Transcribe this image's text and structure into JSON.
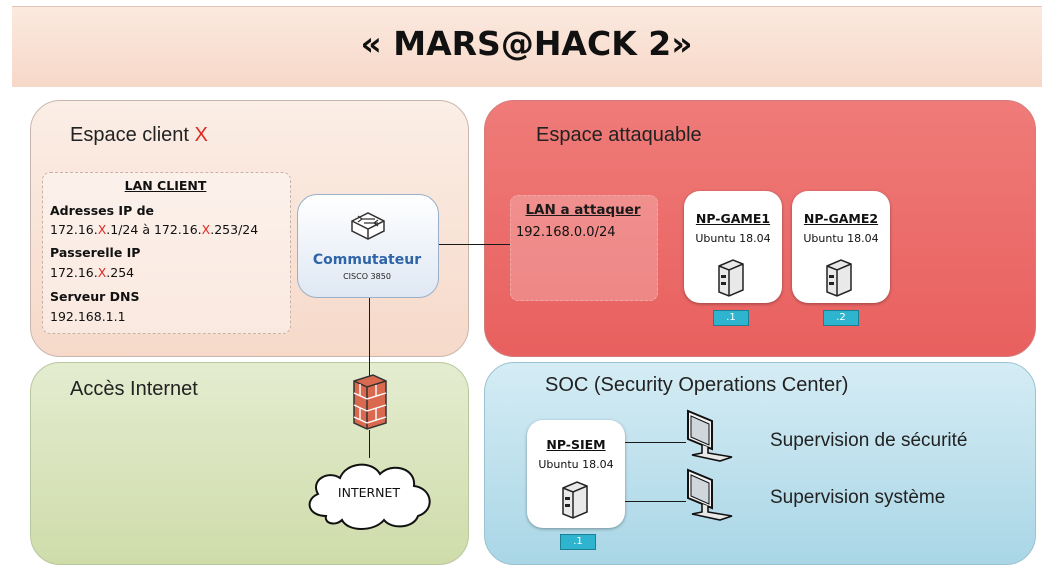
{
  "title": "« MARS@HACK 2»",
  "zones": {
    "client": {
      "title": "Espace client ",
      "title_x": "X"
    },
    "attack": {
      "title": "Espace attaquable"
    },
    "internet": {
      "title": "Accès Internet"
    },
    "soc": {
      "title": "SOC (Security Operations Center)"
    }
  },
  "lan_client": {
    "header": "LAN CLIENT",
    "ip_label": "Adresses IP de",
    "ip_range": {
      "p1": "172.16.",
      "x1": "X",
      "p2": ".1/24 à 172.16.",
      "x2": "X",
      "p3": ".253/24"
    },
    "gateway_label": "Passerelle IP",
    "gateway": {
      "p1": "172.16.",
      "x": "X",
      "p2": ".254"
    },
    "dns_label": "Serveur DNS",
    "dns": "192.168.1.1"
  },
  "switch": {
    "name": "Commutateur",
    "model": "CISCO 3850"
  },
  "lan_attack": {
    "header": "LAN a attaquer",
    "subnet": "192.168.0.0/24"
  },
  "servers": [
    {
      "name": "NP-GAME1",
      "os": "Ubuntu 18.04",
      "ip": ".1"
    },
    {
      "name": "NP-GAME2",
      "os": "Ubuntu 18.04",
      "ip": ".2"
    }
  ],
  "siem": {
    "name": "NP-SIEM",
    "os": "Ubuntu 18.04",
    "ip": ".1"
  },
  "internet": {
    "label": "INTERNET"
  },
  "soc_monitors": [
    {
      "label": "Supervision de sécurité"
    },
    {
      "label": "Supervision système"
    }
  ],
  "colors": {
    "attack_zone": "#e8605f",
    "client_zone": "#f6d9c9",
    "internet_zone": "#cfdcaa",
    "soc_zone": "#a9d6e6",
    "badge": "#2eb4cf",
    "x_marker": "#e0281f"
  }
}
